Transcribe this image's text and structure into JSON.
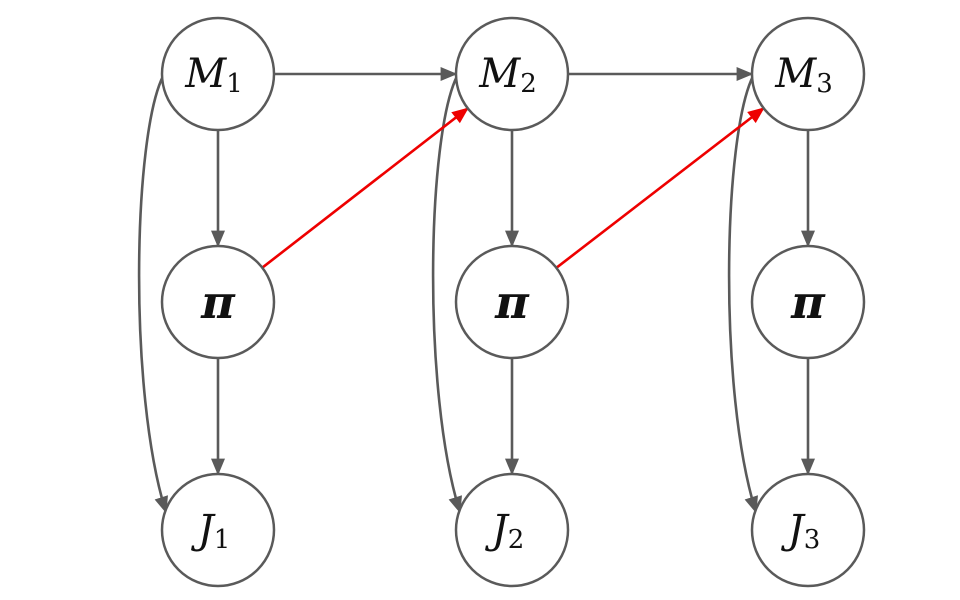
{
  "colors": {
    "node_stroke": "#5a5a5a",
    "edge_default": "#5a5a5a",
    "edge_highlight": "#ee0000",
    "background": "#ffffff"
  },
  "nodes": [
    {
      "id": "M1",
      "main": "M",
      "sub": "1",
      "kind": "model"
    },
    {
      "id": "M2",
      "main": "M",
      "sub": "2",
      "kind": "model"
    },
    {
      "id": "M3",
      "main": "M",
      "sub": "3",
      "kind": "model"
    },
    {
      "id": "pi1",
      "main": "π",
      "sub": "",
      "kind": "policy"
    },
    {
      "id": "pi2",
      "main": "π",
      "sub": "",
      "kind": "policy"
    },
    {
      "id": "pi3",
      "main": "π",
      "sub": "",
      "kind": "policy"
    },
    {
      "id": "J1",
      "main": "J",
      "sub": "1",
      "kind": "objective"
    },
    {
      "id": "J2",
      "main": "J",
      "sub": "2",
      "kind": "objective"
    },
    {
      "id": "J3",
      "main": "J",
      "sub": "3",
      "kind": "objective"
    }
  ],
  "edges": [
    {
      "from": "M1",
      "to": "M2",
      "style": "default"
    },
    {
      "from": "M2",
      "to": "M3",
      "style": "default"
    },
    {
      "from": "M1",
      "to": "pi1",
      "style": "default"
    },
    {
      "from": "M2",
      "to": "pi2",
      "style": "default"
    },
    {
      "from": "M3",
      "to": "pi3",
      "style": "default"
    },
    {
      "from": "pi1",
      "to": "J1",
      "style": "default"
    },
    {
      "from": "pi2",
      "to": "J2",
      "style": "default"
    },
    {
      "from": "pi3",
      "to": "J3",
      "style": "default"
    },
    {
      "from": "M1",
      "to": "J1",
      "style": "default",
      "curved": true
    },
    {
      "from": "M2",
      "to": "J2",
      "style": "default",
      "curved": true
    },
    {
      "from": "M3",
      "to": "J3",
      "style": "default",
      "curved": true
    },
    {
      "from": "pi1",
      "to": "M2",
      "style": "highlight"
    },
    {
      "from": "pi2",
      "to": "M3",
      "style": "highlight"
    }
  ]
}
